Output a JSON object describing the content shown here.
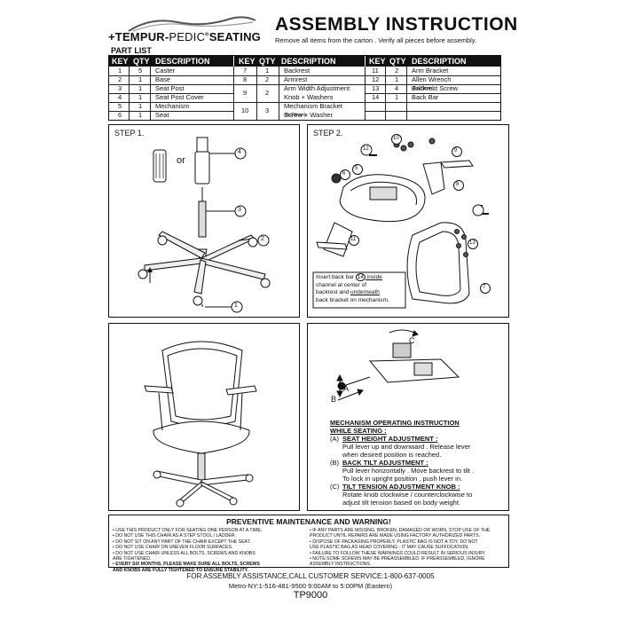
{
  "header": {
    "brand_main": "TEMPUR",
    "brand_dash": "-",
    "brand_pedic": "PEDIC",
    "brand_reg": "®",
    "brand_seating": "SEATING",
    "title": "ASSEMBLY  INSTRUCTION",
    "subtitle": "Remove all items from the carton . Verify all pieces before assembly.",
    "part_list_label": "PART LIST"
  },
  "parts_table": {
    "headers": {
      "key": "KEY",
      "qty": "QTY",
      "desc": "DESCRIPTION"
    },
    "col1": [
      {
        "key": "1",
        "qty": "5",
        "desc": "Caster"
      },
      {
        "key": "2",
        "qty": "1",
        "desc": "Base"
      },
      {
        "key": "3",
        "qty": "1",
        "desc": "Seat Post"
      },
      {
        "key": "4",
        "qty": "1",
        "desc": "Seat Post Cover"
      },
      {
        "key": "5",
        "qty": "1",
        "desc": "Mechanism"
      },
      {
        "key": "6",
        "qty": "1",
        "desc": "Seat"
      }
    ],
    "col2": [
      {
        "key": "7",
        "qty": "1",
        "desc": "Backrest"
      },
      {
        "key": "8",
        "qty": "2",
        "desc": "Armrest"
      },
      {
        "key": "9",
        "qty": "2",
        "desc": "Arm Width Adjustment",
        "desc2": "Knob + Washers"
      },
      {
        "key": "10",
        "qty": "3",
        "desc": "Mechanism Bracket",
        "desc2": "Screw + Washer",
        "desc2_small": "(8x20mm)"
      }
    ],
    "col3": [
      {
        "key": "11",
        "qty": "2",
        "desc": "Arm Bracket"
      },
      {
        "key": "12",
        "qty": "1",
        "desc": "Allen Wrench"
      },
      {
        "key": "13",
        "qty": "4",
        "desc": "Backrest Screw",
        "desc_small": "(8x25mm)"
      },
      {
        "key": "14",
        "qty": "1",
        "desc": "Back Bar"
      }
    ]
  },
  "step1": {
    "label": "STEP 1.",
    "or": "or",
    "callouts": [
      "1",
      "2",
      "3",
      "4"
    ]
  },
  "step2": {
    "label": "STEP 2.",
    "callouts": [
      "5",
      "6",
      "7",
      "8",
      "9",
      "10",
      "11",
      "12",
      "13"
    ],
    "note_line1_a": "Insert back bar ",
    "note_num": "14",
    "note_line1_b": " inside",
    "note_line2": "channel at center of",
    "note_line3_a": "backrest and ",
    "note_line3_u": "underneath",
    "note_line4": "back bracket on mechanism."
  },
  "mechanism": {
    "labels": {
      "a": "A",
      "b": "B",
      "c": "C"
    },
    "heading": "MECHANISM OPERATING INSTRUCTION",
    "subheading": "WHILE SEATING :",
    "items": [
      {
        "letter": "(A)",
        "title": "SEAT HEIGHT ADJUSTMENT :",
        "lines": [
          "Pull lever up and downward . Release lever",
          "when desired position is reached."
        ]
      },
      {
        "letter": "(B)",
        "title": "BACK TILT ADJUSTMENT :",
        "lines": [
          "Pull lever horizontally . Move backrest to tilt .",
          "To lock in upright position , push lever in."
        ]
      },
      {
        "letter": "(C)",
        "title": "TILT TENSION ADJUSTMENT KNOB :",
        "lines": [
          "Rotate knob clockwise / counterclockwise to",
          "adjust tilt tension based on body weight."
        ]
      }
    ]
  },
  "warnings": {
    "title": "PREVENTIVE MAINTENANCE AND WARNING!",
    "left": [
      "• USE THIS PRODUCT ONLY FOR SEATING ONE PERSON AT A TIME.",
      "• DO NOT USE THIS CHAIR AS A STEP STOOL / LADDER.",
      "• DO NOT SIT ON ANY PART OF THE CHAIR EXCEPT THE SEAT.",
      "• DO NOT USE CHAIR ON UNEVEN FLOOR SURFACES.",
      "• DO NOT USE CHAIR UNLESS ALL BOLTS, SCREWS AND KNOBS",
      "   ARE TIGHTENED."
    ],
    "left_bold": [
      "• EVERY SIX MONTHS, PLEASE  MAKE SURE ALL BOLTS, SCREWS",
      "   AND KNOBS ARE FULLY TIGHTENED TO ENSURE STABILITY."
    ],
    "right": [
      "• IF ANY PARTS ARE MISSING, BROKEN, DAMAGED OR WORN, STOP USE OF THE",
      "   PRODUCT UNTIL REPAIRS ARE MADE USING FACTORY AUTHORIZED PARTS.",
      "• DISPOSE OF PACKAGING PROPERLY. PLASTIC BAG IS NOT A TOY. DO NOT",
      "   USE PLASTIC BAG AS HEAD COVERING - IT MAY CAUSE SUFFOCATION.",
      "• FAILURE TO FOLLOW THESE WARNINGS COULD RESULT IN SERIOUS INJURY.",
      "• NOTE:SOME SCREWS MAY BE PREASSEMBLED. IF PREASSEMBLED, IGNORE",
      "   ASSEMBLY INSTRUCTIONS."
    ]
  },
  "footer": {
    "assist": "FOR ASSEMBLY ASSISTANCE,CALL CUSTOMER SERVICE:1-800-637-0005",
    "metro": "Metro-NY:1-516-481-9500    9:00AM to 5:00PM (Eastern)",
    "model": "TP9000"
  }
}
